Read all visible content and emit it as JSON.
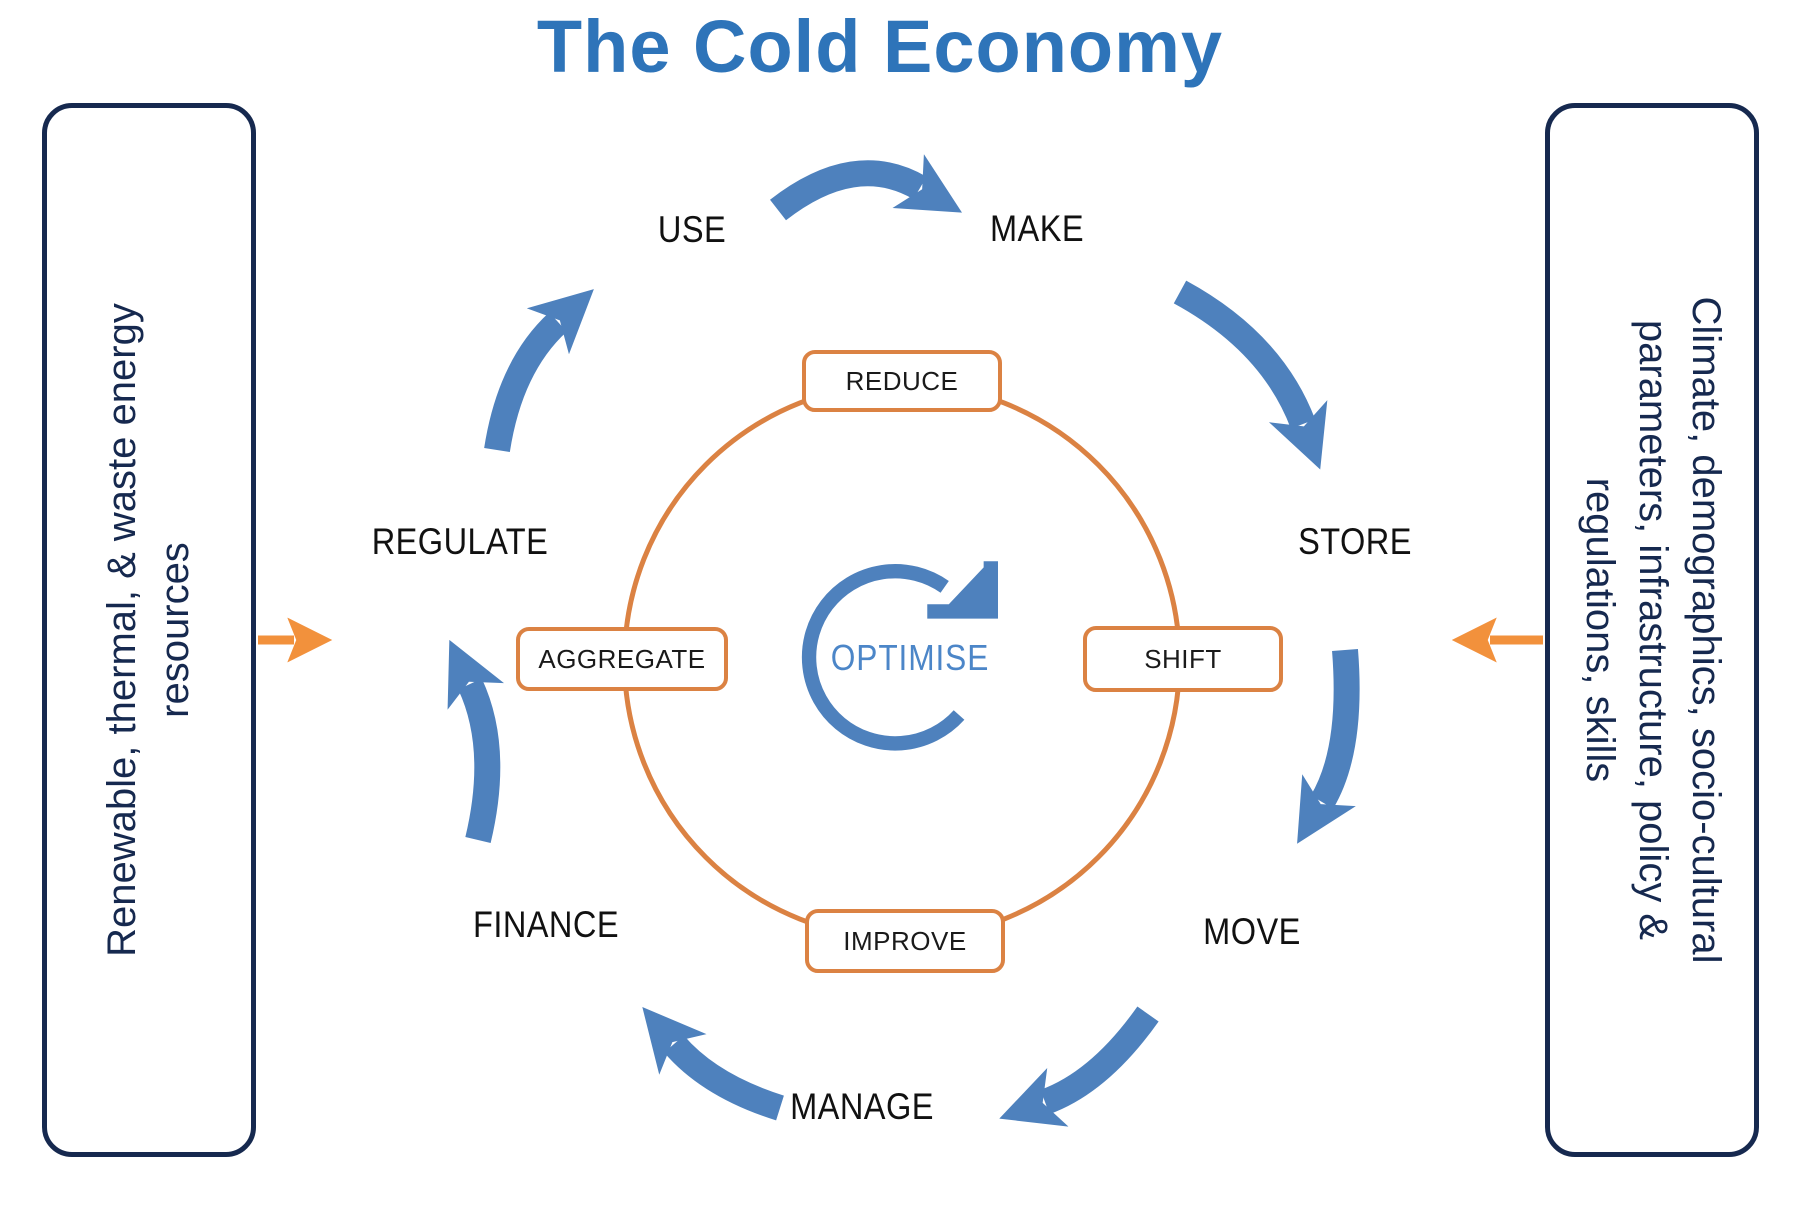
{
  "title": "The Cold Economy",
  "left_panel": {
    "lines": [
      "Renewable, thermal, & waste energy",
      "resources"
    ]
  },
  "right_panel": {
    "lines": [
      "Climate, demographics, socio-cultural",
      "parameters, infrastructure, policy &",
      "regulations, skills"
    ]
  },
  "cycle": {
    "steps": [
      "USE",
      "MAKE",
      "STORE",
      "MOVE",
      "MANAGE",
      "FINANCE",
      "REGULATE"
    ]
  },
  "inner_ring": {
    "labels": [
      "REDUCE",
      "SHIFT",
      "IMPROVE",
      "AGGREGATE"
    ]
  },
  "center": {
    "label": "OPTIMISE",
    "icon": "rotate-clockwise-arrow-icon"
  },
  "colors": {
    "title_blue": "#2E74B9",
    "arrow_blue": "#4E81BD",
    "optimise_blue": "#4C86C8",
    "ring_orange": "#DB8243",
    "input_arrow_orange": "#F2913C",
    "panel_navy": "#16294F",
    "text_black": "#111111"
  }
}
